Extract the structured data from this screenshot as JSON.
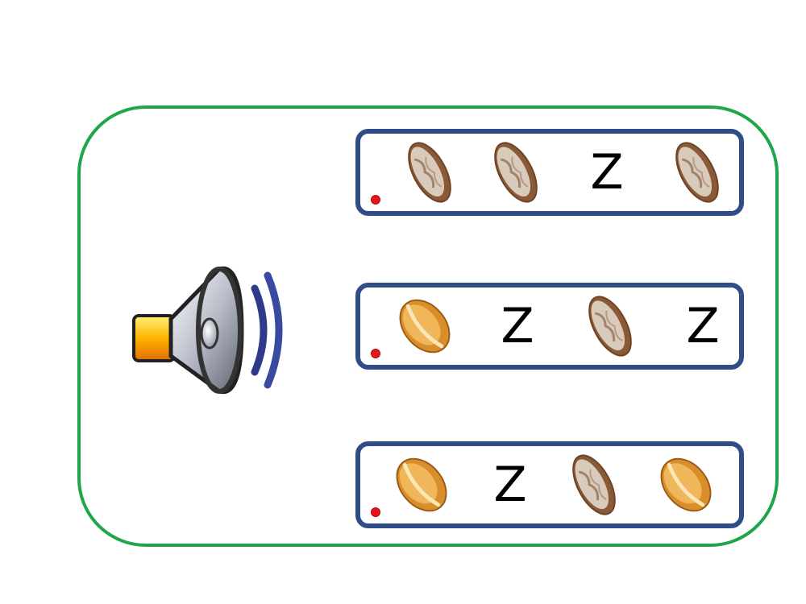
{
  "audio": {
    "icon": "speaker-icon"
  },
  "colors": {
    "panel_border": "#1fa64a",
    "row_border": "#2f4d86",
    "radio": "#e8141c"
  },
  "rows": [
    {
      "items": [
        "long-bread-icon",
        "long-bread-icon",
        "Z",
        "long-bread-icon"
      ]
    },
    {
      "items": [
        "round-bread-icon",
        "Z",
        "long-bread-icon",
        "Z"
      ]
    },
    {
      "items": [
        "round-bread-icon",
        "Z",
        "long-bread-icon",
        "round-bread-icon"
      ]
    }
  ]
}
